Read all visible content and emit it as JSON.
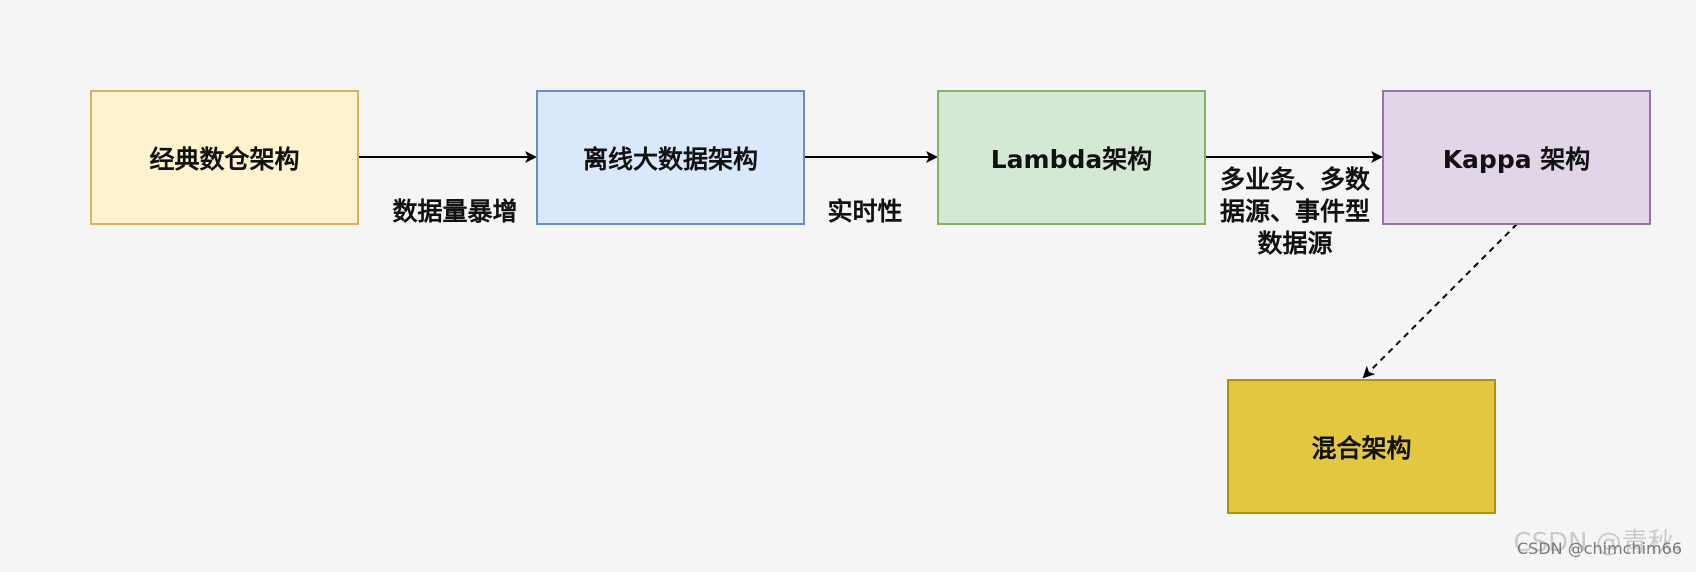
{
  "nodes": {
    "classic_dw": {
      "label": "经典数仓架构",
      "fill": "#fff2cc",
      "stroke": "#d6b656"
    },
    "offline_bigdata": {
      "label": "离线大数据架构",
      "fill": "#dae8fc",
      "stroke": "#6c8ebf"
    },
    "lambda": {
      "label": "Lambda架构",
      "fill": "#d5e8d4",
      "stroke": "#82b366"
    },
    "kappa": {
      "label": "Kappa 架构",
      "fill": "#e1d5e7",
      "stroke": "#9673a6"
    },
    "hybrid": {
      "label": "混合架构",
      "fill": "#e3c741",
      "stroke": "#b09500"
    }
  },
  "edges": {
    "e1_label": "数据量暴增",
    "e2_label": "实时性",
    "e3_label_lines": [
      "多业务、多数",
      "据源、事件型",
      "数据源"
    ]
  },
  "watermark": {
    "big": "CSDN @青秋.",
    "small": "CSDN @chimchim66"
  }
}
